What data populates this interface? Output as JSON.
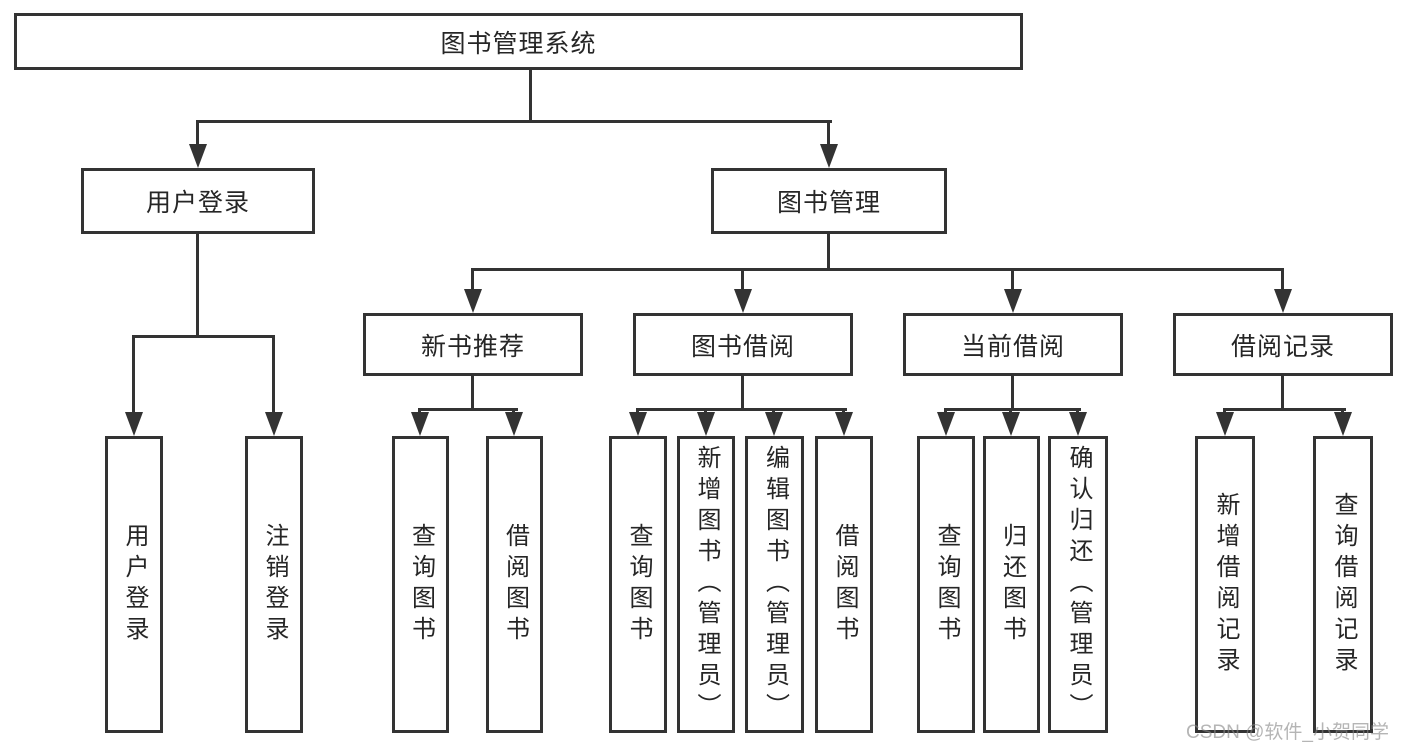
{
  "diagram_title": "图书管理系统",
  "nodes": {
    "root": "图书管理系统",
    "user_login": "用户登录",
    "book_management": "图书管理",
    "new_book_recommend": "新书推荐",
    "book_borrowing": "图书借阅",
    "current_borrowing": "当前借阅",
    "borrowing_records": "借阅记录"
  },
  "leaves": {
    "user_login": "用户登录",
    "logout": "注销登录",
    "nb_query_books": "查询图书",
    "nb_borrow_books": "借阅图书",
    "bb_query_books": "查询图书",
    "bb_add_books_admin": "新增图书（管理员）",
    "bb_edit_books_admin": "编辑图书（管理员）",
    "bb_borrow_books": "借阅图书",
    "cb_query_books": "查询图书",
    "cb_return_books": "归还图书",
    "cb_confirm_return_admin": "确认归还（管理员）",
    "br_add_record": "新增借阅记录",
    "br_query_record": "查询借阅记录"
  },
  "watermark": "CSDN @软件_小贺同学",
  "colors": {
    "line": "#333333",
    "text": "#262626",
    "background": "#ffffff",
    "watermark_gray": "#888888"
  }
}
